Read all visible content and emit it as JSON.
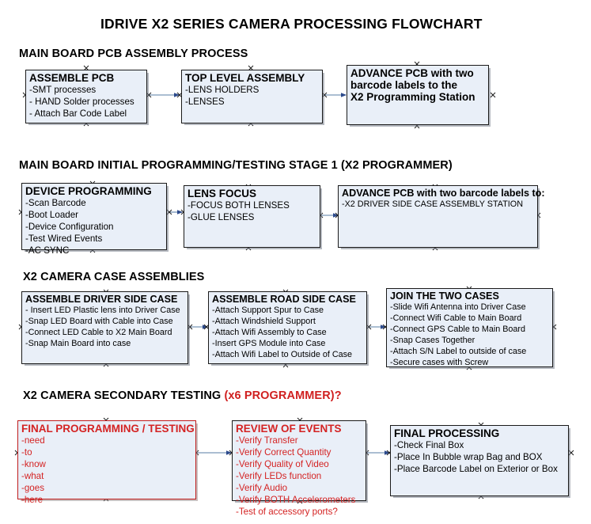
{
  "document": {
    "title": "IDRIVE X2  SERIES CAMERA PROCESSING FLOWCHART"
  },
  "sections": [
    {
      "heading": "MAIN BOARD PCB ASSEMBLY PROCESS",
      "heading_accent": "",
      "boxes": [
        {
          "title": "ASSEMBLE PCB",
          "lines": [
            "-SMT processes",
            "- HAND Solder processes",
            "- Attach Bar Code Label"
          ]
        },
        {
          "title": "TOP LEVEL ASSEMBLY",
          "lines": [
            "-LENS HOLDERS",
            "-LENSES"
          ]
        },
        {
          "title": "ADVANCE PCB with two",
          "lines": [
            "barcode labels to the",
            " X2 Programming Station"
          ]
        }
      ]
    },
    {
      "heading": "MAIN BOARD INITIAL PROGRAMMING/TESTING STAGE 1 (X2 PROGRAMMER)",
      "heading_accent": "",
      "boxes": [
        {
          "title": "DEVICE PROGRAMMING",
          "lines": [
            "-Scan Barcode",
            "-Boot Loader",
            "-Device Configuration",
            "-Test Wired Events",
            "-AC SYNC"
          ]
        },
        {
          "title": "LENS FOCUS",
          "lines": [
            "-FOCUS BOTH LENSES",
            "-GLUE LENSES"
          ]
        },
        {
          "title": "ADVANCE PCB with two barcode labels to:",
          "lines": [
            "-X2 DRIVER  SIDE  CASE  ASSEMBLY STATION"
          ]
        }
      ]
    },
    {
      "heading": "X2 CAMERA CASE ASSEMBLIES",
      "heading_accent": "",
      "boxes": [
        {
          "title": "ASSEMBLE DRIVER SIDE CASE",
          "lines": [
            "- Insert LED Plastic lens into Driver Case",
            "-Snap LED Board with Cable into Case",
            "-Connect LED Cable to X2 Main Board",
            "-Snap Main Board into case"
          ]
        },
        {
          "title": "ASSEMBLE ROAD SIDE CASE",
          "lines": [
            "-Attach Support Spur to Case",
            "-Attach Windshield Support",
            "-Attach Wifi Assembly to Case",
            "-Insert GPS Module into Case",
            "-Attach Wifi Label to Outside of Case"
          ]
        },
        {
          "title": "JOIN THE TWO CASES",
          "lines": [
            "-Slide Wifi Antenna into Driver Case",
            "-Connect Wifi Cable to Main Board",
            "-Connect GPS Cable to Main Board",
            "-Snap Cases Together",
            "-Attach S/N Label to outside of case",
            "-Secure cases with Screw"
          ]
        }
      ]
    },
    {
      "heading": "X2 CAMERA SECONDARY TESTING ",
      "heading_accent": "(x6 PROGRAMMER)?",
      "boxes": [
        {
          "title": "FINAL PROGRAMMING / TESTING",
          "lines": [
            "-need",
            "-to",
            "-know",
            "-what",
            "-goes",
            "-here"
          ]
        },
        {
          "title": "REVIEW OF EVENTS",
          "lines": [
            "-Verify Transfer",
            "-Verify Correct Quantity",
            "-Verify Quality of Video",
            "-Verify LEDs function",
            "-Verify Audio",
            "-Verify BOTH Accelerometers",
            "-Test of accessory ports?"
          ]
        },
        {
          "title": "FINAL PROCESSING",
          "lines": [
            " -Check Final Box",
            "-Place In Bubble wrap Bag and BOX",
            "-Place Barcode Label on Exterior or Box"
          ]
        }
      ]
    }
  ],
  "colors": {
    "box_fill": "#e9eff8",
    "box_border": "#1a1a1a",
    "red_accent": "#d42323",
    "connector_line": "#8fa8c4",
    "connector_arrow": "#2c4a8c"
  }
}
